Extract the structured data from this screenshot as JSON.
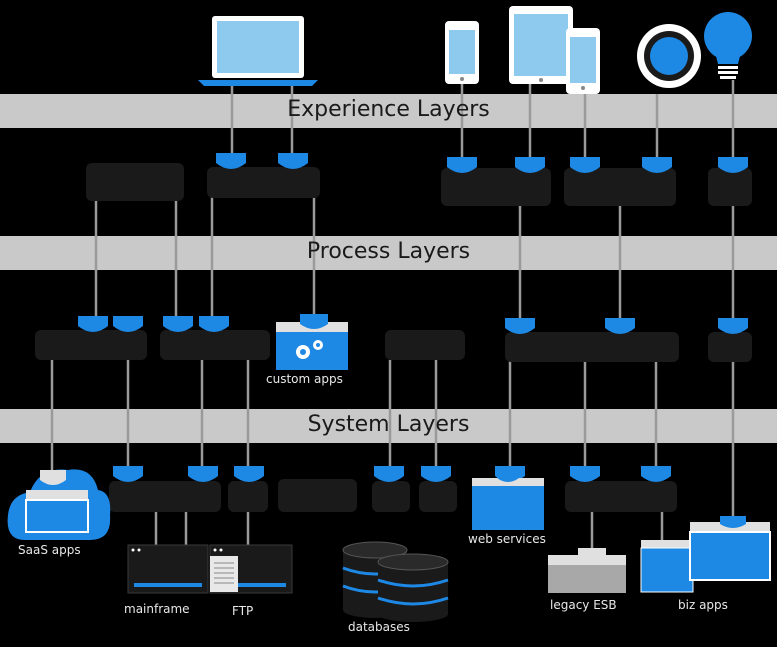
{
  "layers": {
    "experience": "Experience Layers",
    "process": "Process Layers",
    "system": "System Layers"
  },
  "labels": {
    "custom_apps": "custom apps",
    "saas_apps": "SaaS apps",
    "mainframe": "mainframe",
    "ftp": "FTP",
    "databases": "databases",
    "web_services": "web services",
    "legacy_esb": "legacy ESB",
    "biz_apps": "biz apps"
  },
  "colors": {
    "background": "#000000",
    "band": "#c9c9c9",
    "accent_blue": "#1e88e5",
    "device_screen": "#8ec9ee",
    "node": "#1a1a1a",
    "wire": "#9a9a9a"
  },
  "icons": [
    "laptop-icon",
    "phone-icon",
    "tablet-icon",
    "smartwatch-icon",
    "lightbulb-icon",
    "gear-icon",
    "cloud-icon",
    "server-icon",
    "database-icon",
    "document-icon"
  ]
}
